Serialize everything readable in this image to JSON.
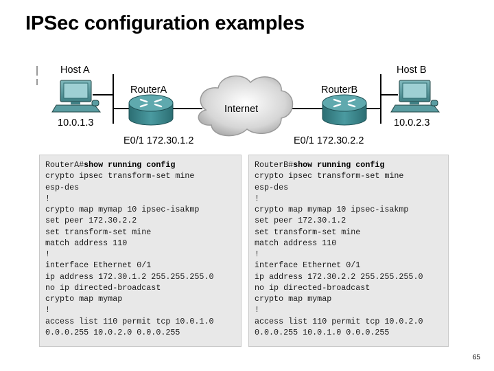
{
  "title": "IPSec configuration examples",
  "diagram": {
    "host_a": {
      "label": "Host A",
      "ip": "10.0.1.3"
    },
    "router_a": {
      "label": "RouterA",
      "interface": "E0/1 172.30.1.2"
    },
    "cloud": {
      "label": "Internet"
    },
    "router_b": {
      "label": "RouterB",
      "interface": "E0/1 172.30.2.2"
    },
    "host_b": {
      "label": "Host B",
      "ip": "10.0.2.3"
    }
  },
  "config_a": {
    "prompt": "RouterA#",
    "command": "show running config",
    "lines": [
      "crypto ipsec transform-set mine",
      "esp-des",
      "!",
      "crypto map mymap 10 ipsec-isakmp",
      "set peer 172.30.2.2",
      "set transform-set mine",
      "match address 110",
      "!",
      "interface Ethernet 0/1",
      "ip address 172.30.1.2 255.255.255.0",
      "no ip directed-broadcast",
      "crypto map mymap",
      "!",
      "access list 110 permit tcp 10.0.1.0",
      "0.0.0.255 10.0.2.0 0.0.0.255"
    ]
  },
  "config_b": {
    "prompt": "RouterB#",
    "command": "show running config",
    "lines": [
      "crypto ipsec transform-set mine",
      "esp-des",
      "!",
      "crypto map mymap 10 ipsec-isakmp",
      "set peer 172.30.1.2",
      "set transform-set mine",
      "match address 110",
      "!",
      "interface Ethernet 0/1",
      "ip address 172.30.2.2 255.255.255.0",
      "no ip directed-broadcast",
      "crypto map mymap",
      "!",
      "access list 110 permit tcp 10.0.2.0",
      "0.0.0.255 10.0.1.0 0.0.0.255"
    ]
  },
  "page_number": "65",
  "colors": {
    "router": "#3d8a8f",
    "cloud": "#c8c8c8",
    "panel": "#e8e8e8"
  }
}
